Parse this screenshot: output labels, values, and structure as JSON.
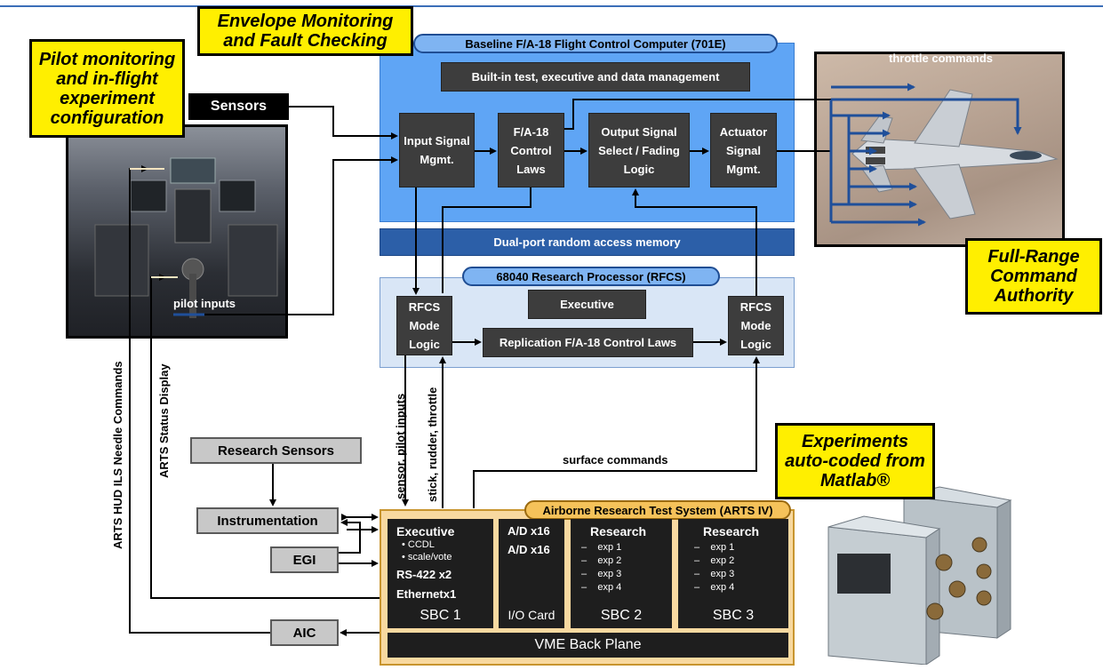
{
  "callouts": {
    "envelope": "Envelope Monitoring and Fault Checking",
    "pilot": "Pilot monitoring and in-flight experiment configuration",
    "full_range": "Full-Range Command Authority",
    "experiments": "Experiments auto-coded from Matlab®"
  },
  "fcc": {
    "title": "Baseline F/A-18 Flight Control Computer (701E)",
    "bit": "Built-in test, executive and data management",
    "input": "Input Signal Mgmt.",
    "control_laws": "F/A-18 Control Laws",
    "output": "Output Signal Select / Fading Logic",
    "actuator": "Actuator Signal Mgmt."
  },
  "dpram": "Dual-port random access memory",
  "rfcs": {
    "title": "68040 Research Processor (RFCS)",
    "executive": "Executive",
    "mode_left": "RFCS Mode Logic",
    "replication": "Replication F/A-18 Control Laws",
    "mode_right": "RFCS Mode Logic"
  },
  "sensors": "Sensors",
  "research_sensors": "Research Sensors",
  "instrumentation": "Instrumentation",
  "egi": "EGI",
  "aic": "AIC",
  "labels": {
    "throttle_commands": "throttle commands",
    "pilot_inputs": "pilot inputs",
    "surface_commands": "surface commands",
    "sensor_pilot_inputs": "sensor, pilot inputs",
    "stick_rudder_throttle": "stick, rudder, throttle",
    "arts_status_display": "ARTS Status Display",
    "arts_hud": "ARTS HUD ILS Needle Commands"
  },
  "arts": {
    "title": "Airborne Research Test System (ARTS IV)",
    "sbc1": {
      "heading": "Executive",
      "bullets": [
        "CCDL",
        "scale/vote"
      ],
      "line1": "RS-422 x2",
      "line2": "Ethernetx1",
      "name": "SBC 1"
    },
    "io": {
      "line1": "A/D x16",
      "line2": "A/D x16",
      "name": "I/O Card"
    },
    "sbc2": {
      "heading": "Research",
      "items": [
        "exp 1",
        "exp 2",
        "exp 3",
        "exp 4"
      ],
      "name": "SBC 2"
    },
    "sbc3": {
      "heading": "Research",
      "items": [
        "exp 1",
        "exp 2",
        "exp 3",
        "exp 4"
      ],
      "name": "SBC 3"
    },
    "backplane": "VME Back Plane"
  },
  "colors": {
    "arrow": "#000000",
    "aircraft_arrow": "#1f4f9a",
    "callout": "#ffef00"
  }
}
